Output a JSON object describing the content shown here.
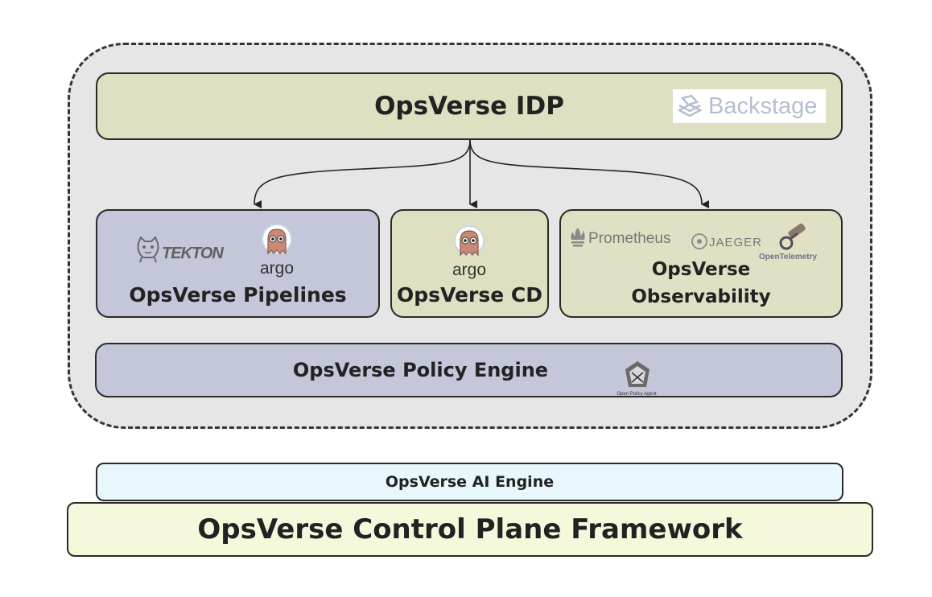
{
  "layers": {
    "idp": {
      "title": "OpsVerse IDP",
      "logo_label": "Backstage"
    },
    "pipelines": {
      "title": "OpsVerse Pipelines",
      "logos": [
        "TEKTON",
        "argo"
      ]
    },
    "cd": {
      "title": "OpsVerse CD",
      "logos": [
        "argo"
      ]
    },
    "observability": {
      "title_line1": "OpsVerse",
      "title_line2": "Observability",
      "logos": [
        "Prometheus",
        "JAEGER",
        "OpenTelemetry"
      ]
    },
    "policy": {
      "title": "OpsVerse Policy Engine",
      "logo_label": "Open Policy Agent"
    },
    "ai": {
      "title": "OpsVerse AI Engine"
    },
    "control_plane": {
      "title": "OpsVerse Control Plane Framework"
    }
  },
  "colors": {
    "idp_fill": "#dfe0c2",
    "pipelines_fill": "#c4c6da",
    "cd_fill": "#dfe0c2",
    "observability_fill": "#e0e1c4",
    "policy_fill": "#c4c6da",
    "ai_fill": "#e8f7fc",
    "control_plane_fill": "#f6f8dc",
    "frame_fill": "#e6e6e6"
  },
  "icons": [
    "backstage-icon",
    "tekton-cat-icon",
    "argo-octopus-icon",
    "prometheus-flame-icon",
    "jaeger-icon",
    "opentelemetry-telescope-icon",
    "opa-icon"
  ]
}
